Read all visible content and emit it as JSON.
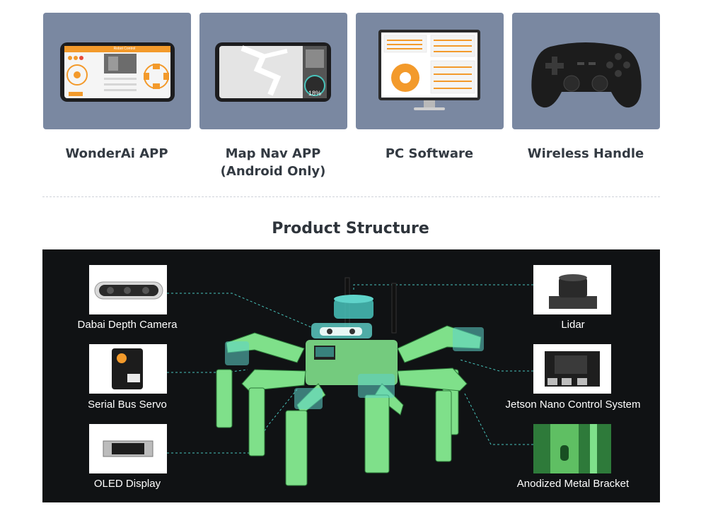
{
  "apps": [
    {
      "label": "WonderAi APP",
      "screen_title": "Robot Control"
    },
    {
      "label": "Map Nav APP (Android Only)",
      "battery": "18%"
    },
    {
      "label": "PC Software"
    },
    {
      "label": "Wireless Handle"
    }
  ],
  "section_title": "Product Structure",
  "parts": [
    {
      "label": "Dabai Depth Camera"
    },
    {
      "label": "Serial Bus Servo"
    },
    {
      "label": "OLED Display"
    },
    {
      "label": "Lidar"
    },
    {
      "label": "Jetson Nano Control System"
    },
    {
      "label": "Anodized Metal Bracket"
    }
  ],
  "colors": {
    "card_bg": "#7a88a1",
    "accent_orange": "#f39a2b",
    "robot_green": "#7fe08a",
    "teal": "#48c3bb",
    "panel_bg": "#101214"
  }
}
